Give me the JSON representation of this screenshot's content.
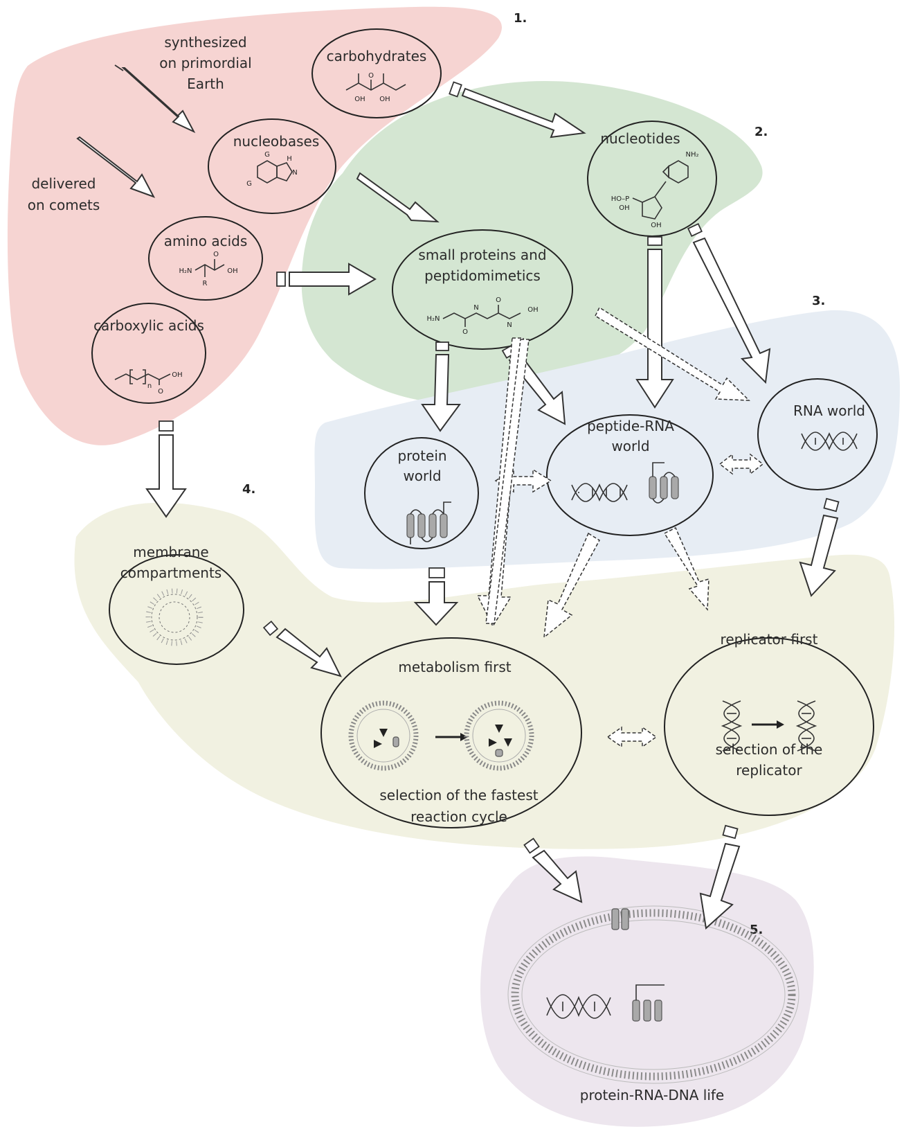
{
  "numbers": [
    "1.",
    "2.",
    "3.",
    "4.",
    "5."
  ],
  "side_labels": {
    "synthesized": [
      "synthesized",
      "on primordial",
      "Earth"
    ],
    "delivered": [
      "delivered",
      "on comets"
    ]
  },
  "nodes": {
    "carbohydrates": "carbohydrates",
    "nucleobases": "nucleobases",
    "amino_acids": "amino acids",
    "carboxylic_acids": "carboxylic acids",
    "nucleotides": "nucleotides",
    "small_proteins": [
      "small proteins and",
      "peptidomimetics"
    ],
    "protein_world": [
      "protein",
      "world"
    ],
    "peptide_rna_world": [
      "peptide-RNA",
      "world"
    ],
    "rna_world": "RNA world",
    "membrane": [
      "membrane",
      "compartments"
    ],
    "metabolism_first": "metabolism first",
    "metabolism_caption": [
      "selection of the fastest",
      "reaction cycle"
    ],
    "replicator_first": "replicator first",
    "replicator_caption": [
      "selection of  the",
      "replicator"
    ],
    "life": "protein-RNA-DNA life"
  },
  "chem_text": {
    "oh1": "OH",
    "oh2": "OH",
    "g": "G",
    "n": "N",
    "h": "H",
    "h2n": "H₂N",
    "r": "R",
    "oh": "OH",
    "o": "O",
    "sub_n": "n",
    "nh2": "NH₂",
    "ho_p": "HO–P",
    "oh_under": "OH"
  },
  "colors": {
    "region_1_prebiotic": "#f6d4d2",
    "region_2_building_blocks": "#d4e6d2",
    "region_3_worlds": "#e7edf4",
    "region_4_scenarios": "#f1f1e1",
    "region_5_life": "#ede6ee"
  }
}
